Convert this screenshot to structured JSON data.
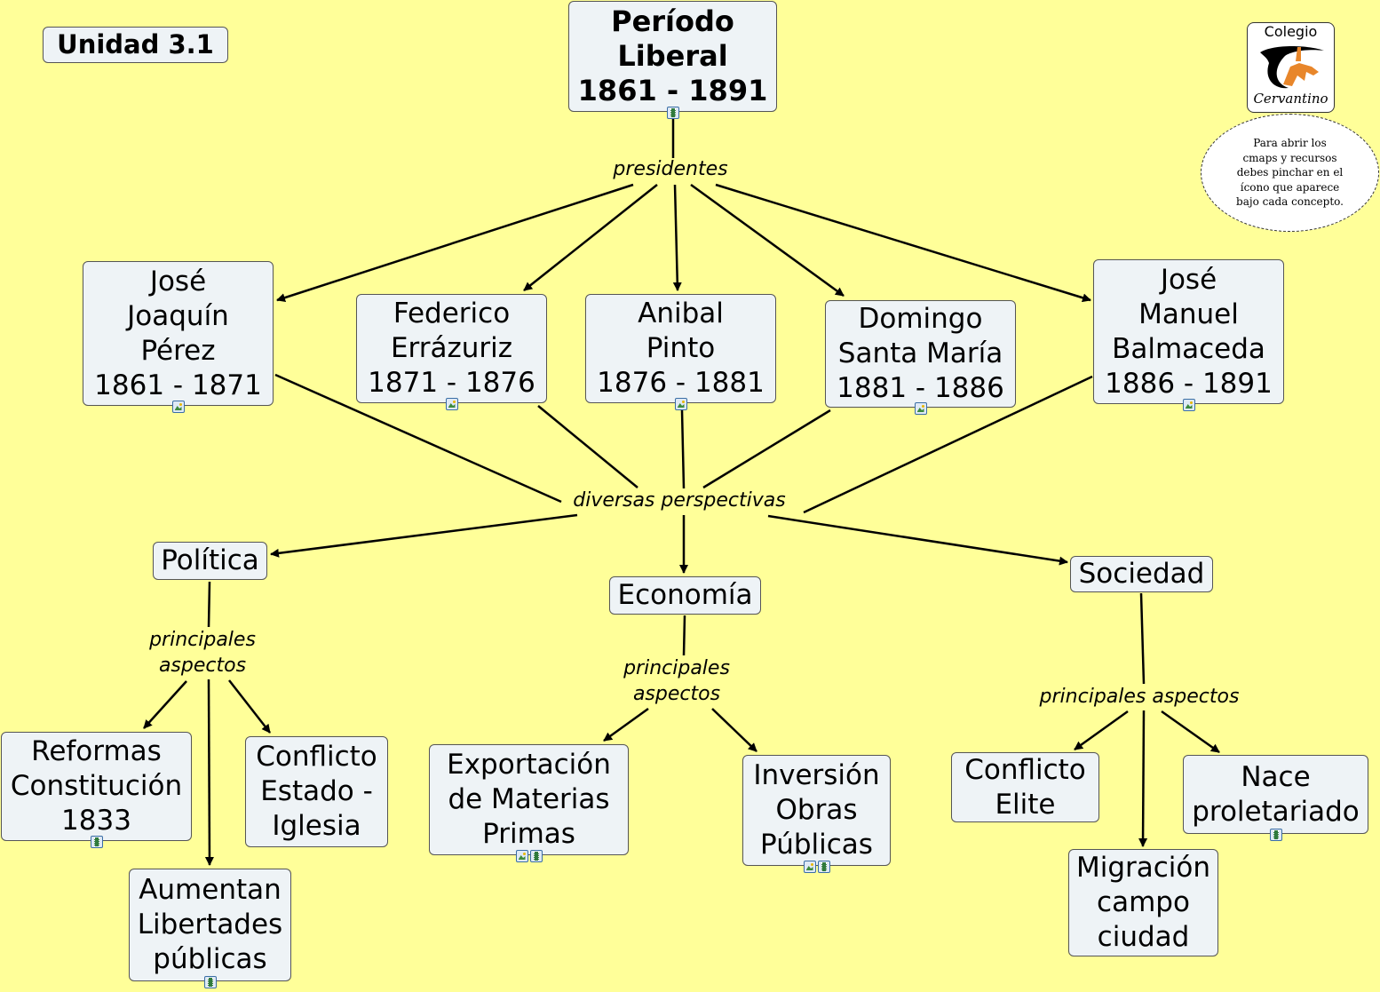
{
  "unit_label": "Unidad 3.1",
  "root": {
    "lines": [
      "Período",
      "Liberal",
      "1861 - 1891"
    ]
  },
  "link_presidentes": "presidentes",
  "presidents": [
    {
      "lines": [
        "José",
        "Joaquín",
        "Pérez",
        "1861 - 1871"
      ]
    },
    {
      "lines": [
        "Federico",
        "Errázuriz",
        "1871 - 1876"
      ]
    },
    {
      "lines": [
        "Anibal",
        "Pinto",
        "1876 - 1881"
      ]
    },
    {
      "lines": [
        "Domingo",
        "Santa María",
        "1881 - 1886"
      ]
    },
    {
      "lines": [
        "José",
        "Manuel",
        "Balmaceda",
        "1886 - 1891"
      ]
    }
  ],
  "link_perspectivas": "diversas perspectivas",
  "perspectives": [
    {
      "label": "Política"
    },
    {
      "label": "Economía"
    },
    {
      "label": "Sociedad"
    }
  ],
  "link_aspectos": {
    "politica": [
      "principales",
      "aspectos"
    ],
    "economia": [
      "principales",
      "aspectos"
    ],
    "sociedad": "principales aspectos"
  },
  "aspects": {
    "politica": [
      {
        "lines": [
          "Reformas",
          "Constitución",
          "1833"
        ]
      },
      {
        "lines": [
          "Conflicto",
          "Estado -",
          "Iglesia"
        ]
      },
      {
        "lines": [
          "Aumentan",
          "Libertades",
          "públicas"
        ]
      }
    ],
    "economia": [
      {
        "lines": [
          "Exportación",
          "de Materias",
          "Primas"
        ]
      },
      {
        "lines": [
          "Inversión",
          "Obras",
          "Públicas"
        ]
      }
    ],
    "sociedad": [
      {
        "lines": [
          "Conflicto",
          "Elite"
        ]
      },
      {
        "lines": [
          "Nace",
          "proletariado"
        ]
      },
      {
        "lines": [
          "Migración",
          "campo",
          "ciudad"
        ]
      }
    ]
  },
  "logo": {
    "top": "Colegio",
    "bottom": "Cervantino"
  },
  "note": {
    "lines": [
      "Para abrir los",
      "cmaps y  recursos",
      "debes pinchar en el",
      "ícono que aparece",
      "bajo cada concepto."
    ]
  },
  "colors": {
    "background": "#ffff99",
    "node_fill": "#eef3f6",
    "logo_accent": "#e8862a"
  }
}
